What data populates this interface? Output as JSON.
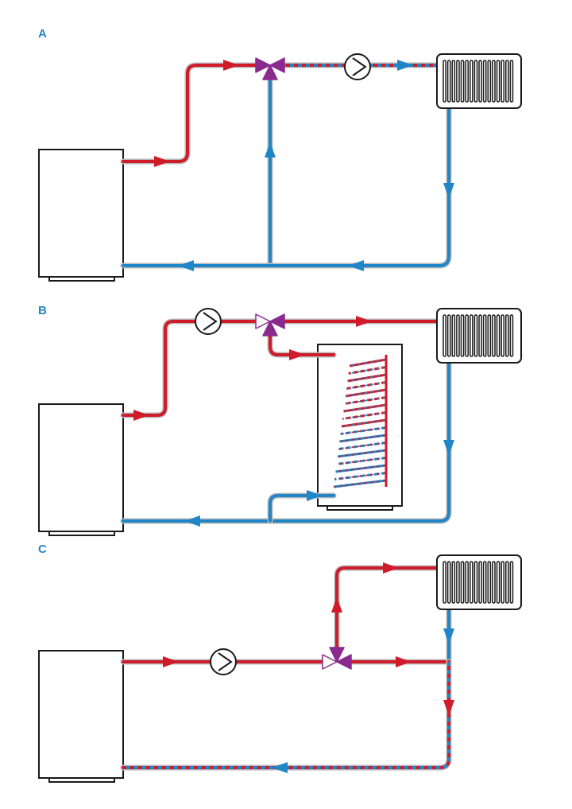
{
  "colors": {
    "hot": "#d01c2a",
    "cold": "#2186c8",
    "valve": "#8a2a8e",
    "outline": "#1a1a1a",
    "label": "#2186c8"
  },
  "panels": [
    {
      "label": "A"
    },
    {
      "label": "B"
    },
    {
      "label": "C"
    }
  ]
}
